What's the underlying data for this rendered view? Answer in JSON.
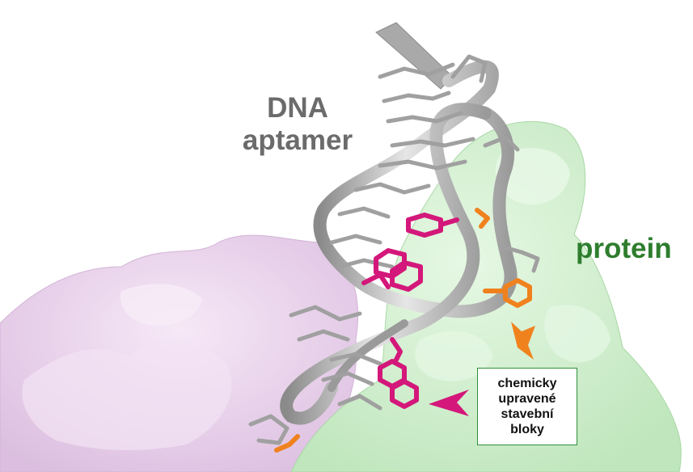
{
  "labels": {
    "dna": "DNA\naptamer",
    "protein": "protein",
    "callout": "chemicky\nupravené\nstavební\nbloky"
  },
  "colors": {
    "dna_label": "#6b6b6b",
    "protein_label": "#2e7d2e",
    "protein_surface_green": "#cdeccb",
    "protein_surface_pink": "#ecd3ef",
    "dna_backbone": "#b9b9b9",
    "modified_magenta": "#d4177a",
    "modified_orange": "#f0821e",
    "callout_border": "#2f8f3a"
  }
}
